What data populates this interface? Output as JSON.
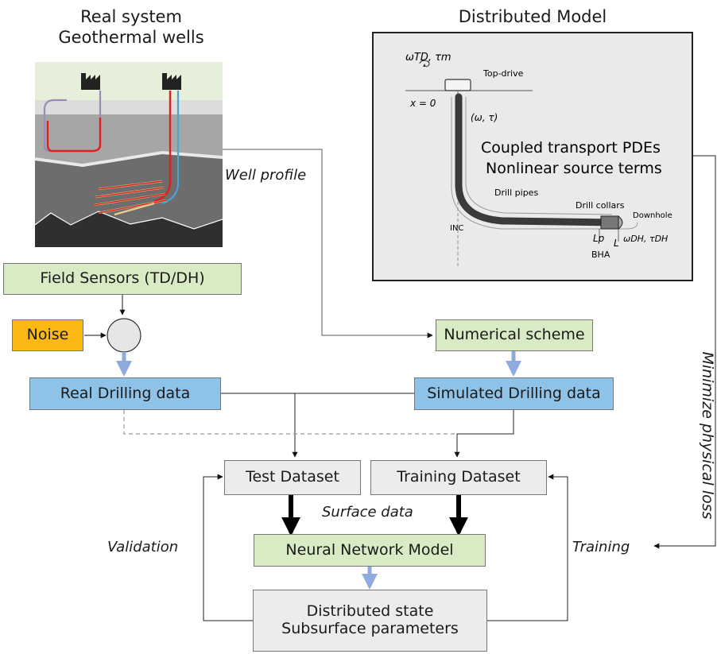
{
  "real_system": {
    "line1": "Real system",
    "line2": "Geothermal wells"
  },
  "distributed_model": {
    "title": "Distributed Model",
    "eq_line1": "Coupled transport PDEs",
    "eq_line2": "Nonlinear source terms",
    "omega_td": "ωTD, τm",
    "top_drive": "Top-drive",
    "x0": "x = 0",
    "omega_tau": "(ω, τ)",
    "drill_pipes": "Drill pipes",
    "drill_collars": "Drill collars",
    "downhole": "Downhole",
    "inc": "INC",
    "lp": "Lp",
    "l": "L",
    "omega_dh": "ωDH, τDH",
    "bha": "BHA"
  },
  "boxes": {
    "field_sensors": "Field Sensors (TD/DH)",
    "noise": "Noise",
    "real_data": "Real Drilling data",
    "numerical_scheme": "Numerical scheme",
    "simulated_data": "Simulated Drilling data",
    "test_dataset": "Test Dataset",
    "training_dataset": "Training Dataset",
    "nn_model": "Neural Network Model",
    "distributed_state_l1": "Distributed state",
    "distributed_state_l2": "Subsurface parameters"
  },
  "edge_labels": {
    "well_profile": "Well profile",
    "surface_data": "Surface data",
    "validation": "Validation",
    "training": "Training",
    "minimize_loss": "Minimize physical loss"
  },
  "colors": {
    "green": "#d9ebc4",
    "blue": "#8ec2e6",
    "grey": "#ececec",
    "orange": "#fdb913",
    "accent_arrow": "#8faadc"
  }
}
